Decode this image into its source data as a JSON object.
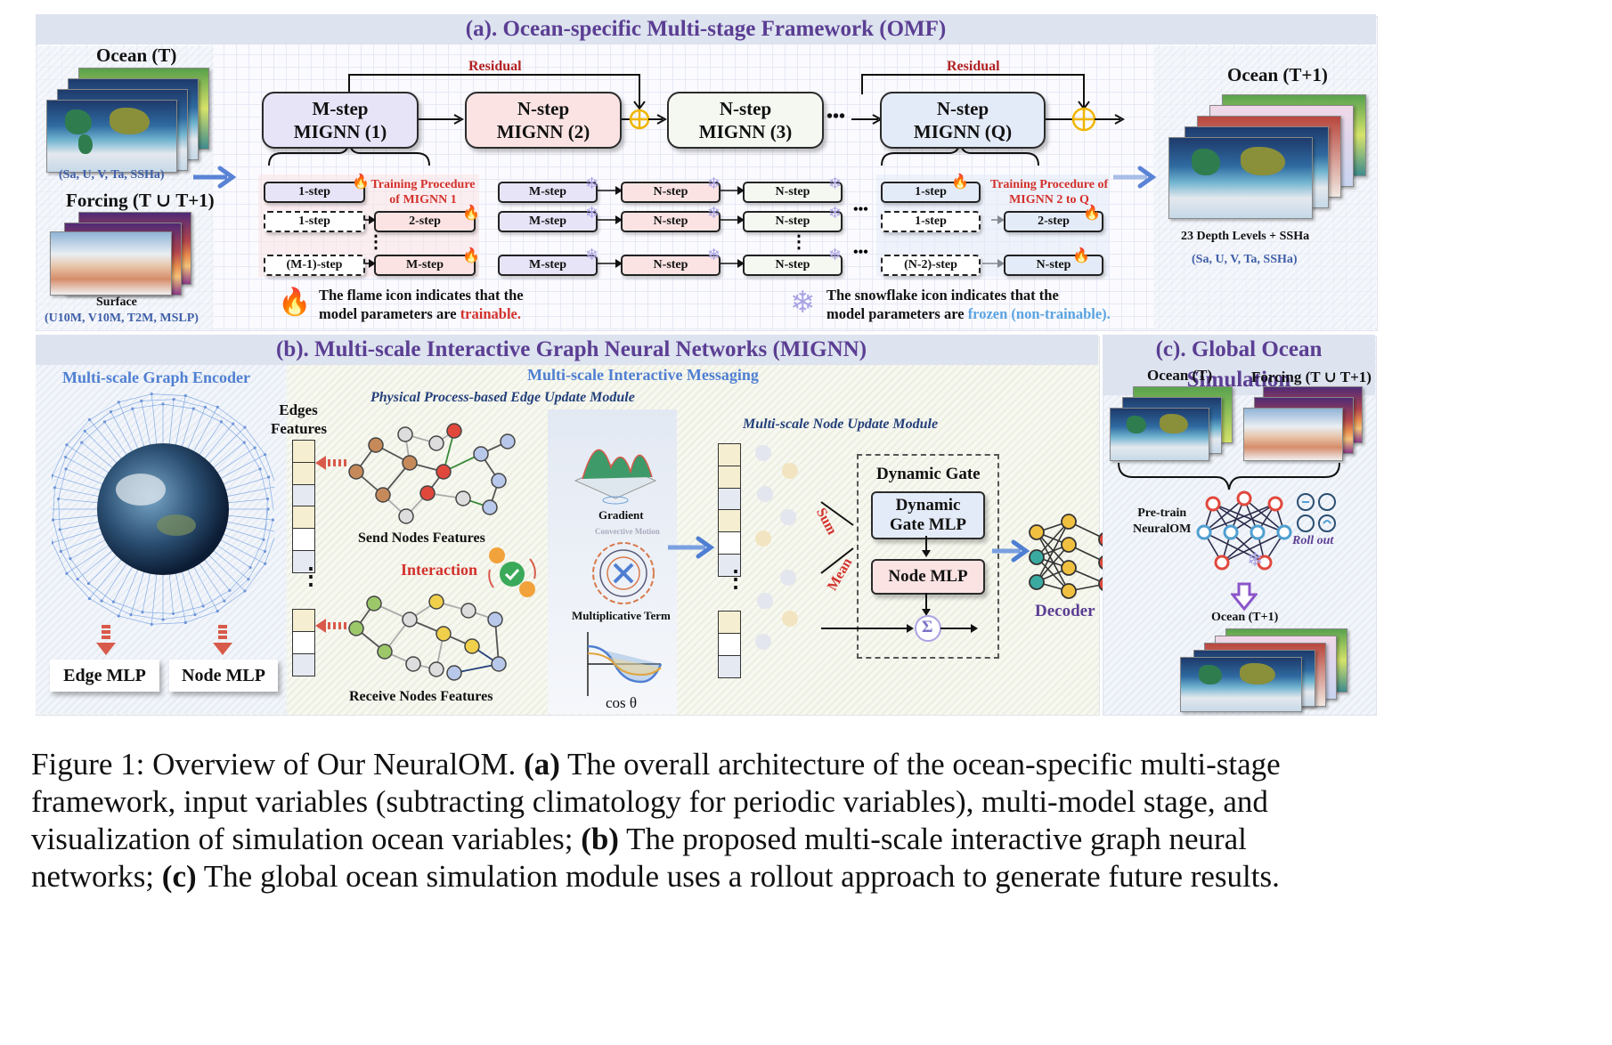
{
  "panel_a": {
    "title": "(a). Ocean-specific Multi-stage Framework (OMF)",
    "input_ocean_title": "Ocean (T)",
    "input_ocean_vars": "(Sa, U, V, Ta, SSHa)",
    "input_forcing_title": "Forcing (T ∪ T+1)",
    "input_surface_label": "Surface",
    "input_surface_vars": "(U10M, V10M, T2M, MSLP)",
    "residual_label": "Residual",
    "stages": [
      {
        "l1": "M-step",
        "l2": "MIGNN (1)"
      },
      {
        "l1": "N-step",
        "l2": "MIGNN (2)"
      },
      {
        "l1": "N-step",
        "l2": "MIGNN (3)"
      },
      {
        "l1": "N-step",
        "l2": "MIGNN (Q)"
      }
    ],
    "train1": {
      "title1": "Training Procedure",
      "title2": "of MIGNN 1",
      "r1a": "1-step",
      "r2a": "1-step",
      "r2b": "2-step",
      "r3a": "(M-1)-step",
      "r3b": "M-step"
    },
    "train2": {
      "title1": "Training Procedure of",
      "title2": "MIGNN 2 to Q",
      "r1a": "1-step",
      "r2a": "1-step",
      "r2b": "2-step",
      "r3a": "(N-2)-step",
      "r3b": "N-step"
    },
    "mid_rows": [
      [
        "M-step",
        "N-step",
        "N-step"
      ],
      [
        "M-step",
        "N-step",
        "N-step"
      ],
      [
        "M-step",
        "N-step",
        "N-step"
      ]
    ],
    "flame_note_1": "The flame icon indicates that the",
    "flame_note_2a": "model parameters are ",
    "flame_note_2b": "trainable.",
    "snow_note_1": "The snowflake icon indicates that the",
    "snow_note_2a": "model parameters are ",
    "snow_note_2b": "frozen (non-trainable).",
    "output_title": "Ocean (T+1)",
    "output_levels": "23 Depth Levels + SSHa",
    "output_vars": "(Sa, U, V, Ta, SSHa)",
    "dots": "•••"
  },
  "panel_b": {
    "title": "(b). Multi-scale Interactive Graph Neural Networks (MIGNN)",
    "encoder_title": "Multi-scale Graph Encoder",
    "edge_mlp": "Edge MLP",
    "node_mlp": "Node MLP",
    "messaging_title": "Multi-scale Interactive Messaging",
    "edge_update_title": "Physical Process-based Edge Update Module",
    "edges_features": "Edges Features",
    "send_nodes": "Send Nodes Features",
    "receive_nodes": "Receive Nodes Features",
    "interaction": "Interaction",
    "gradient": "Gradient",
    "convective": "Convective Motion",
    "multiplicative": "Multiplicative Term",
    "cos_theta": "cos θ",
    "node_update_title": "Multi-scale Node Update Module",
    "sum": "Sum",
    "mean": "Mean",
    "dynamic_gate": "Dynamic Gate",
    "dg_mlp_1": "Dynamic",
    "dg_mlp_2": "Gate MLP",
    "node_mlp_box": "Node MLP",
    "sigma": "Σ",
    "decoder": "Decoder"
  },
  "panel_c": {
    "title": "(c). Global Ocean Simulation",
    "ocean_t": "Ocean (T)",
    "forcing": "Forcing (T ∪ T+1)",
    "pretrain_1": "Pre-train",
    "pretrain_2": "NeuralOM",
    "rollout": "Roll out",
    "ocean_t1": "Ocean (T+1)"
  },
  "caption": {
    "l1a": "Figure 1: Overview of Our NeuralOM. ",
    "l1b": "(a)",
    "l1c": " The overall architecture of the ocean-specific multi-stage",
    "l2": "framework, input variables (subtracting climatology for periodic variables), multi-model stage, and",
    "l3a": "visualization of simulation ocean variables; ",
    "l3b": "(b)",
    "l3c": " The proposed multi-scale interactive graph neural",
    "l4a": "networks; ",
    "l4b": "(c)",
    "l4c": " The global ocean simulation module uses a rollout approach to generate future results."
  },
  "colors": {
    "title_purple": "#5b3e93",
    "residual_red": "#b22222",
    "trainable_red": "#d3312b",
    "frozen_blue": "#5aa3e0",
    "box_purple": "#e8e4f8",
    "box_pink": "#fbe3e3",
    "box_green": "#f4f8f1",
    "box_blue": "#e4ebf8"
  }
}
